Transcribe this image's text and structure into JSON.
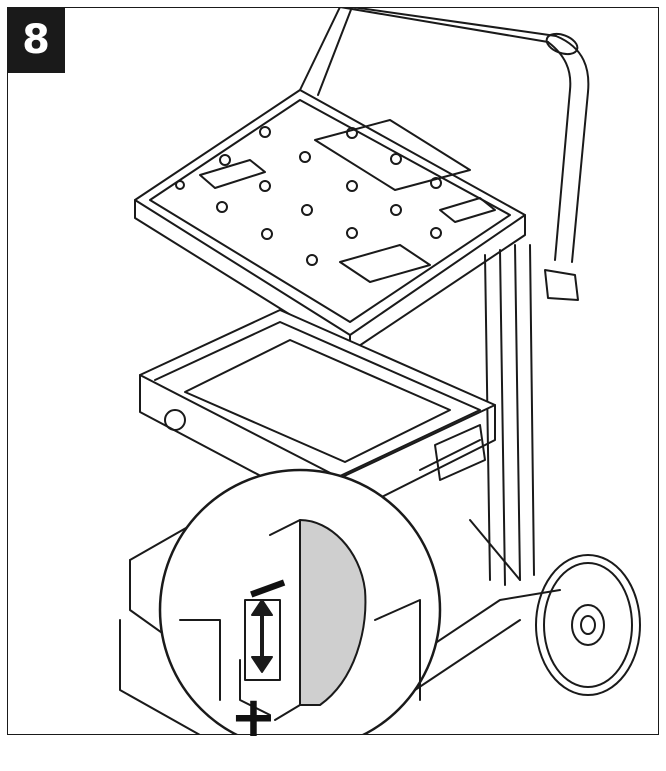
{
  "figure": {
    "step_number": "8",
    "symbols": {
      "minus": "−",
      "plus": "+"
    },
    "colors": {
      "line": "#1a1a1a",
      "background": "#ffffff",
      "highlight": "#cfcfcf",
      "badge": "#1a1a1a"
    },
    "icons": [
      "trolley-illustration",
      "adjustment-knob",
      "double-arrow-icon",
      "wheel"
    ]
  }
}
